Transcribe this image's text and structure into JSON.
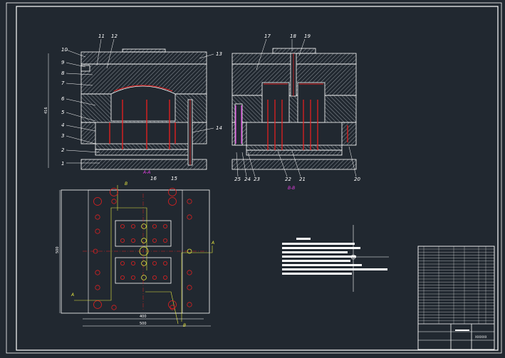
{
  "colors": {
    "background": "#212830",
    "line": "#ffffff",
    "hatch": "#9aa0a6",
    "accent_red": "#e02020",
    "accent_yellow": "#e8e840",
    "accent_magenta": "#e040e0"
  },
  "left_section": {
    "part_labels": [
      {
        "num": "1"
      },
      {
        "num": "2"
      },
      {
        "num": "3"
      },
      {
        "num": "4"
      },
      {
        "num": "5"
      },
      {
        "num": "6"
      },
      {
        "num": "7"
      },
      {
        "num": "8"
      },
      {
        "num": "9"
      },
      {
        "num": "10"
      },
      {
        "num": "11"
      },
      {
        "num": "12"
      },
      {
        "num": "13"
      },
      {
        "num": "14"
      },
      {
        "num": "15"
      },
      {
        "num": "16"
      }
    ],
    "section_label": "A-A",
    "height_dim": "416"
  },
  "right_section": {
    "part_labels": [
      {
        "num": "17"
      },
      {
        "num": "18"
      },
      {
        "num": "19"
      },
      {
        "num": "20"
      },
      {
        "num": "21"
      },
      {
        "num": "22"
      },
      {
        "num": "23"
      },
      {
        "num": "24"
      },
      {
        "num": "25"
      }
    ],
    "section_label": "B-B"
  },
  "plan_view": {
    "markers": [
      "A",
      "A",
      "B",
      "B"
    ],
    "width_dim_inner": "400",
    "width_dim_outer": "500",
    "height_dim": "500"
  },
  "title_block": {
    "drawing_no": "XXXXXX"
  }
}
